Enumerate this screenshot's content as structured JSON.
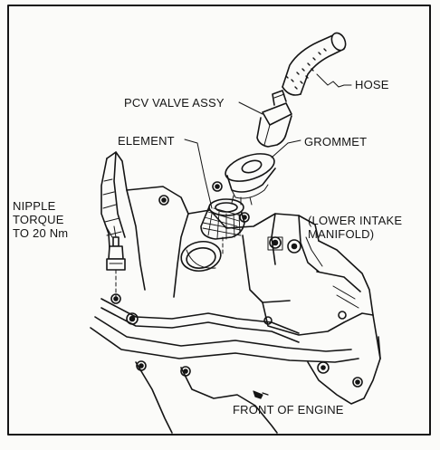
{
  "diagram": {
    "labels": {
      "hose": "HOSE",
      "pcv_valve": "PCV VALVE ASSY",
      "element": "ELEMENT",
      "grommet": "GROMMET",
      "nipple": [
        "NIPPLE",
        "TORQUE",
        "TO 20 Nm"
      ],
      "manifold": [
        "(LOWER INTAKE",
        "MANIFOLD)"
      ],
      "front_of_engine": "FRONT OF ENGINE"
    },
    "colors": {
      "ink": "#151515",
      "paper": "#fbfbf9"
    }
  }
}
